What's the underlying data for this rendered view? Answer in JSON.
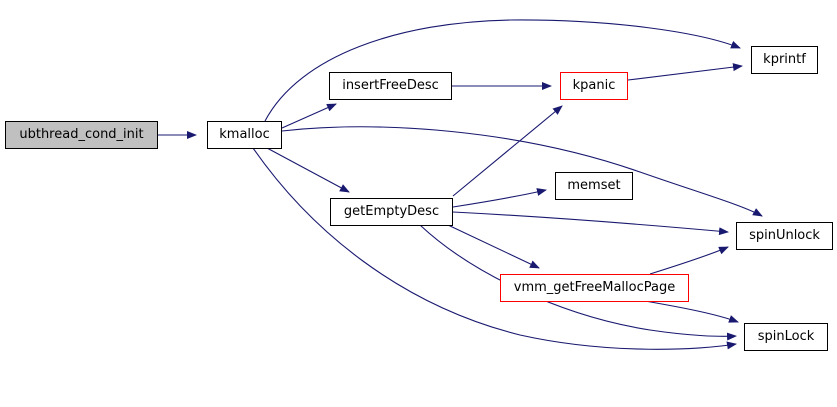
{
  "diagram": {
    "type": "call-graph",
    "background_color": "#ffffff",
    "edge_color": "#191970",
    "node_border_color": "#000000",
    "highlight_border_color": "#ff0000",
    "root_node_fill": "#c0c0c0",
    "node_fill": "#ffffff",
    "nodes": [
      {
        "id": "ubthread_cond_init",
        "label": "ubthread_cond_init",
        "style": "root"
      },
      {
        "id": "kmalloc",
        "label": "kmalloc",
        "style": "normal"
      },
      {
        "id": "insertFreeDesc",
        "label": "insertFreeDesc",
        "style": "normal"
      },
      {
        "id": "kpanic",
        "label": "kpanic",
        "style": "highlight"
      },
      {
        "id": "kprintf",
        "label": "kprintf",
        "style": "normal"
      },
      {
        "id": "getEmptyDesc",
        "label": "getEmptyDesc",
        "style": "normal"
      },
      {
        "id": "memset",
        "label": "memset",
        "style": "normal"
      },
      {
        "id": "spinUnlock",
        "label": "spinUnlock",
        "style": "normal"
      },
      {
        "id": "vmm_getFreeMallocPage",
        "label": "vmm_getFreeMallocPage",
        "style": "highlight"
      },
      {
        "id": "spinLock",
        "label": "spinLock",
        "style": "normal"
      }
    ],
    "edges": [
      {
        "from": "ubthread_cond_init",
        "to": "kmalloc"
      },
      {
        "from": "kmalloc",
        "to": "kprintf"
      },
      {
        "from": "kmalloc",
        "to": "insertFreeDesc"
      },
      {
        "from": "kmalloc",
        "to": "spinUnlock"
      },
      {
        "from": "kmalloc",
        "to": "getEmptyDesc"
      },
      {
        "from": "kmalloc",
        "to": "spinLock"
      },
      {
        "from": "insertFreeDesc",
        "to": "kpanic"
      },
      {
        "from": "kpanic",
        "to": "kprintf"
      },
      {
        "from": "getEmptyDesc",
        "to": "kpanic"
      },
      {
        "from": "getEmptyDesc",
        "to": "memset"
      },
      {
        "from": "getEmptyDesc",
        "to": "spinUnlock"
      },
      {
        "from": "getEmptyDesc",
        "to": "vmm_getFreeMallocPage"
      },
      {
        "from": "getEmptyDesc",
        "to": "spinLock"
      },
      {
        "from": "vmm_getFreeMallocPage",
        "to": "spinUnlock"
      },
      {
        "from": "vmm_getFreeMallocPage",
        "to": "spinLock"
      }
    ]
  }
}
